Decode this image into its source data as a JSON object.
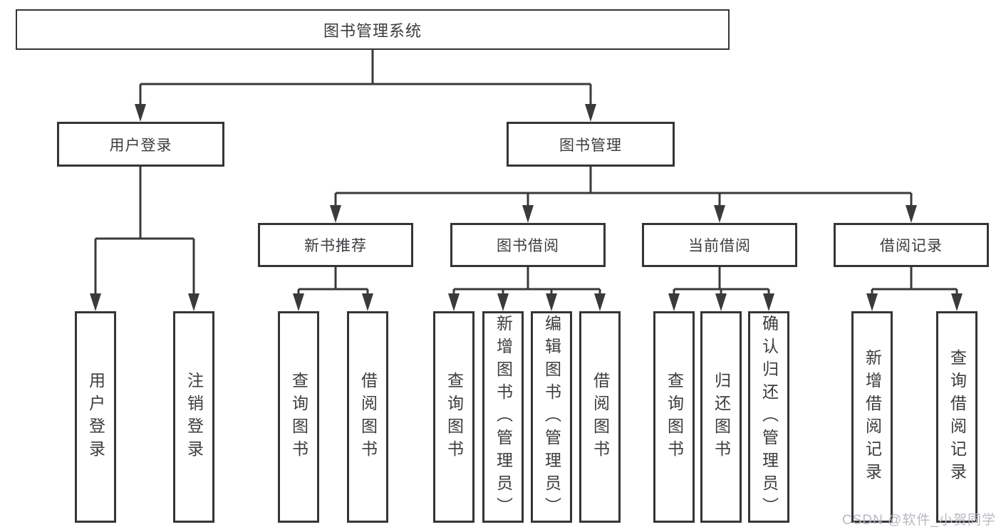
{
  "tree": {
    "root": {
      "label": "图书管理系统"
    },
    "branches": [
      {
        "label": "用户登录",
        "children": [
          {
            "label": "用户登录"
          },
          {
            "label": "注销登录"
          }
        ]
      },
      {
        "label": "图书管理",
        "sections": [
          {
            "label": "新书推荐",
            "children": [
              {
                "label": "查询图书"
              },
              {
                "label": "借阅图书"
              }
            ]
          },
          {
            "label": "图书借阅",
            "children": [
              {
                "label": "查询图书"
              },
              {
                "label": "新增图书（管理员）"
              },
              {
                "label": "编辑图书（管理员）"
              },
              {
                "label": "借阅图书"
              }
            ]
          },
          {
            "label": "当前借阅",
            "children": [
              {
                "label": "查询图书"
              },
              {
                "label": "归还图书"
              },
              {
                "label": "确认归还（管理员）"
              }
            ]
          },
          {
            "label": "借阅记录",
            "children": [
              {
                "label": "新增借阅记录"
              },
              {
                "label": "查询借阅记录"
              }
            ]
          }
        ]
      }
    ]
  },
  "watermark": {
    "text": "CSDN @软件_小贺同学"
  },
  "colors": {
    "line": "#3a3a3a",
    "box_border": "#333538",
    "box_fill": "#ffffff",
    "text": "#3a3c3f",
    "watermark": "#b6babf",
    "background": "#ffffff"
  }
}
